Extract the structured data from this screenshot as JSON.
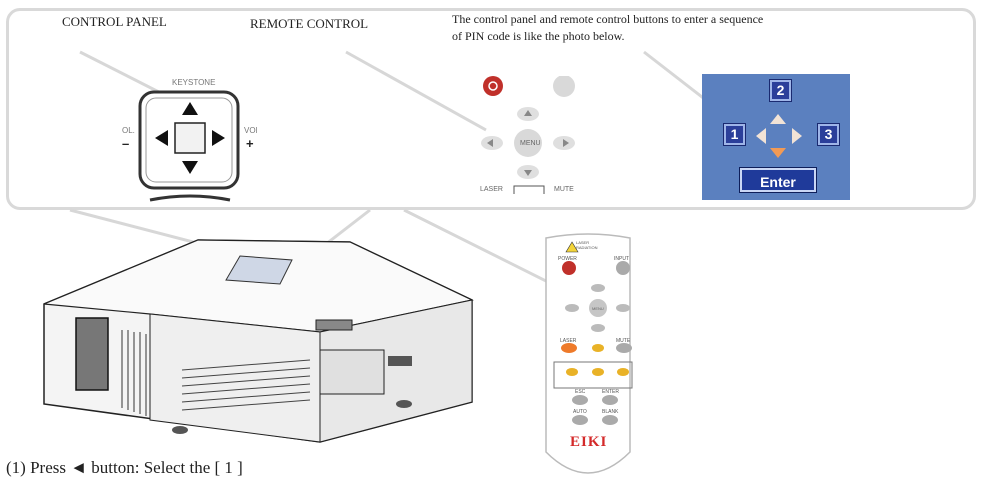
{
  "callout": {
    "label_control_panel": "CONTROL PANEL",
    "label_remote_control": "REMOTE CONTROL",
    "description_line1": "The control panel and remote control buttons to enter a sequence",
    "description_line2": "of PIN code is like the photo below."
  },
  "control_panel": {
    "keystone_label": "KEYSTONE",
    "vol_left": "OL.",
    "vol_minus": "–",
    "vol_right": "VOl",
    "vol_plus": "+"
  },
  "remote_closeup": {
    "menu_label": "MENU",
    "laser_label": "LASER",
    "mute_label": "MUTE"
  },
  "pin_panel": {
    "key_1": "1",
    "key_2": "2",
    "key_3": "3",
    "enter_label": "Enter",
    "bg_color": "#5b80bf"
  },
  "remote": {
    "laser_warning": "LASER RADIATION",
    "power_label": "POWER",
    "input_label": "INPUT",
    "menu_label": "MENU",
    "laser_label": "LASER",
    "mute_label": "MUTE",
    "esc_label": "ESC",
    "enter_label": "ENTER",
    "auto_label": "AUTO",
    "blank_label": "BLANK",
    "brand": "EIKI"
  },
  "caption": "(1) Press ◄ button: Select the [ 1 ]"
}
